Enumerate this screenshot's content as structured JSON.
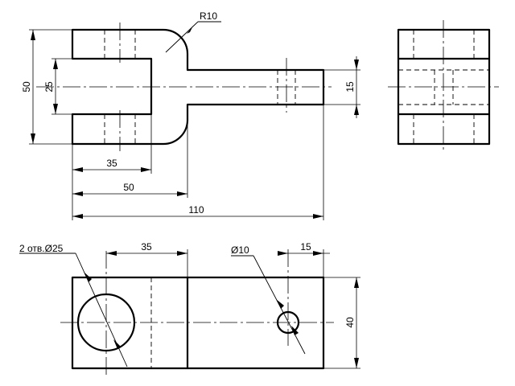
{
  "dimensions": {
    "radius": "R10",
    "height_total": "50",
    "slot_height": "25",
    "neck_height": "15",
    "slot_depth": "35",
    "fork_length": "50",
    "total_length": "110",
    "holes_note": "2 отв.Ø25",
    "hole_spacing": "35",
    "small_hole": "Ø10",
    "small_hole_offset": "15",
    "width": "40"
  }
}
